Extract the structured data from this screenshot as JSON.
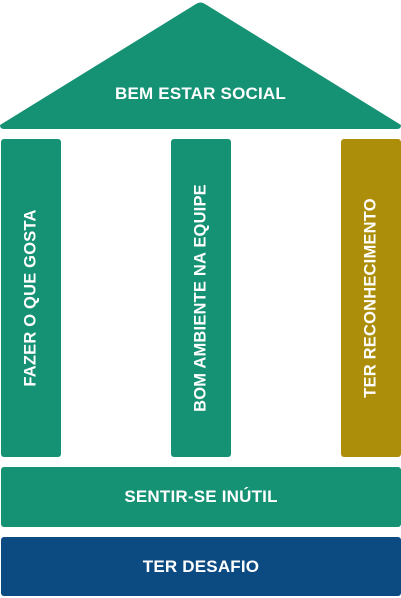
{
  "roof": {
    "label": "BEM ESTAR SOCIAL",
    "color": "#159174"
  },
  "pillars": [
    {
      "label": "FAZER O QUE GOSTA",
      "color": "#159174"
    },
    {
      "label": "BOM AMBIENTE NA EQUIPE",
      "color": "#159174"
    },
    {
      "label": "TER RECONHECIMENTO",
      "color": "#ac8e0a"
    }
  ],
  "base": [
    {
      "label": "SENTIR-SE INÚTIL",
      "color": "#159174"
    },
    {
      "label": "TER DESAFIO",
      "color": "#0c4a82"
    }
  ]
}
